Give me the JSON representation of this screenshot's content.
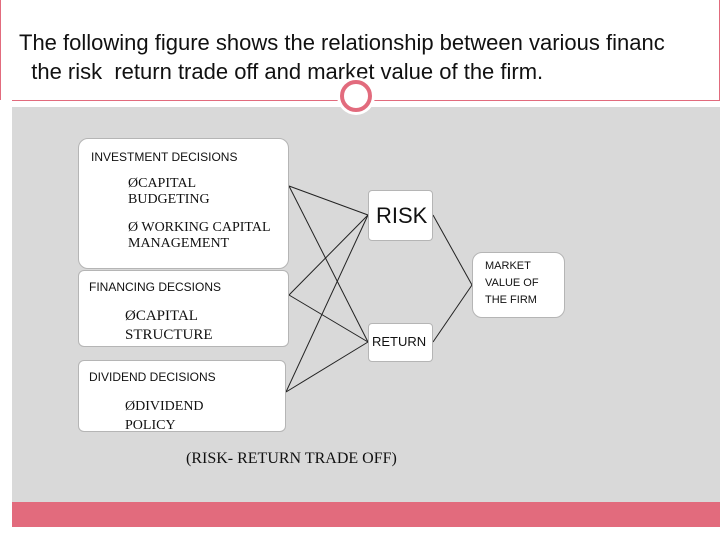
{
  "slide": {
    "title_line1": "The following figure shows the relationship between various financ",
    "title_line2": "  the risk  return trade off and market value of the firm."
  },
  "diagram": {
    "investment": {
      "heading": "INVESTMENT DECISIONS",
      "item1_line1": "ØCAPITAL",
      "item1_line2": "BUDGETING",
      "item2_line1": "Ø WORKING CAPITAL",
      "item2_line2": "MANAGEMENT"
    },
    "financing": {
      "heading": "FINANCING DECSIONS",
      "item1_line1": "ØCAPITAL",
      "item1_line2": "STRUCTURE"
    },
    "dividend": {
      "heading": "DIVIDEND DECISIONS",
      "item1_line1": "ØDIVIDEND",
      "item1_line2": "POLICY"
    },
    "risk": "RISK",
    "return": "RETURN",
    "market_value": {
      "line1": "MARKET",
      "line2": "VALUE OF",
      "line3": "THE FIRM"
    },
    "caption": "(RISK- RETURN TRADE OFF)"
  },
  "colors": {
    "accent": "#e26b7d",
    "panel": "#d9d9d9"
  }
}
